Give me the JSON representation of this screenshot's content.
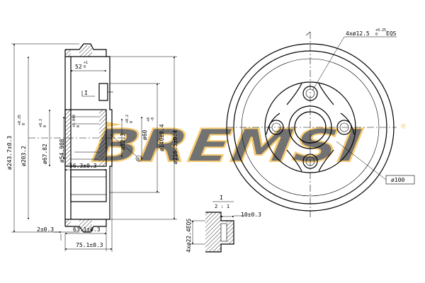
{
  "side_view": {
    "dim_outer_dia": "ø243.7±0.3",
    "dim_braking_dia": "ø203.2",
    "dim_braking_tol_upper": "+0.25",
    "dim_braking_tol_lower": "0",
    "dim_bore_dia": "ø67.82",
    "dim_bore_tol_upper": "+0.2",
    "dim_bore_tol_lower": "0",
    "dim_centering_dia": "ø54.908",
    "dim_centering_tol_upper": "+0.044",
    "dim_centering_tol_lower": "0",
    "dim_hub_dia": "ø52.3",
    "dim_hub_tol_upper": "+0.2",
    "dim_hub_tol_lower": "0",
    "dim_flange_dia": "ø60",
    "dim_flange_tol_upper": "+0",
    "dim_flange_tol_lower": "-0",
    "dim_pcd_dia": "ø140±0.4",
    "dim_rim_dia": "ø216.5±0.4",
    "dim_width_top": "52",
    "dim_width_top_tol_upper": "+1",
    "dim_width_top_tol_lower": "0",
    "dim_inner_depth": "56.3±0.3",
    "dim_offset_small": "2±0.3",
    "dim_offset_mid": "63.1±0.3",
    "dim_total_width": "75.1±0.3",
    "detail_marker_label": "I",
    "circle_marker": "8"
  },
  "front_view": {
    "bolt_holes_label": "4xø12.5",
    "bolt_holes_tol_upper": "+0.25",
    "bolt_holes_tol_lower": "0",
    "bolt_holes_suffix": "EQS",
    "pcd_label": "ø100"
  },
  "detail_view": {
    "title": "I",
    "scale": "2 : 1",
    "thread_label": "4xø22.4EQS",
    "thickness_label": "10±0.3"
  },
  "watermark": {
    "text": "BREMSI",
    "registered": "®",
    "color": "#f2a300"
  }
}
